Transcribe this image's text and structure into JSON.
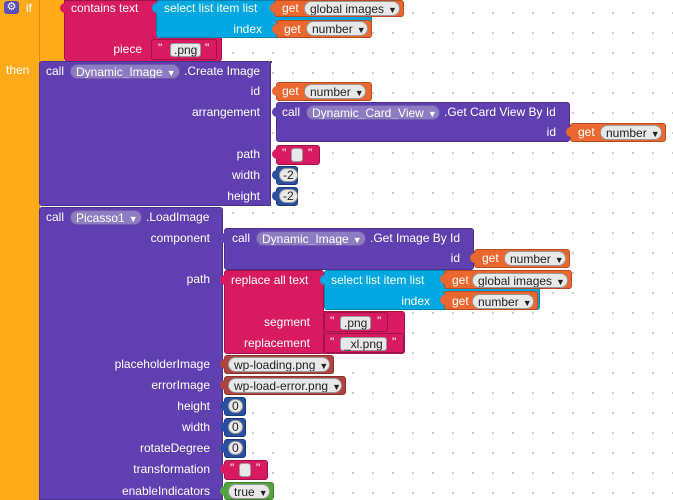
{
  "if_block": {
    "if_label": "if",
    "then_label": "then"
  },
  "condition": {
    "contains_label": "contains text",
    "piece_label": "piece",
    "piece_value": ".png",
    "select": {
      "label": "select list item list",
      "index_label": "index",
      "list_get": "get",
      "list_var": "global images",
      "index_get": "get",
      "index_var": "number"
    }
  },
  "create_image": {
    "call_label": "call",
    "component": "Dynamic_Image",
    "method": ".Create Image",
    "id_label": "id",
    "id_get": "get",
    "id_var": "number",
    "arrangement_label": "arrangement",
    "arrangement_call": "call",
    "arrangement_component": "Dynamic_Card_View",
    "arrangement_method": ".Get Card View By Id",
    "arrangement_id_label": "id",
    "arrangement_id_get": "get",
    "arrangement_id_var": "number",
    "path_label": "path",
    "path_value": "",
    "width_label": "width",
    "width_value": "-2",
    "height_label": "height",
    "height_value": "-2"
  },
  "load_image": {
    "call_label": "call",
    "component": "Picasso1",
    "method": ".LoadImage",
    "component_label": "component",
    "component_call": "call",
    "component_name": "Dynamic_Image",
    "component_method": ".Get Image By Id",
    "component_id_label": "id",
    "component_id_get": "get",
    "component_id_var": "number",
    "path_label": "path",
    "replace_label": "replace all text",
    "replace_select_label": "select list item list",
    "replace_list_get": "get",
    "replace_list_var": "global images",
    "replace_index_label": "index",
    "replace_index_get": "get",
    "replace_index_var": "number",
    "segment_label": "segment",
    "segment_value": ".png",
    "replacement_label": "replacement",
    "replacement_value": "_xl.png",
    "placeholder_label": "placeholderImage",
    "placeholder_value": "wp-loading.png",
    "error_label": "errorImage",
    "error_value": "wp-load-error.png",
    "height_label": "height",
    "height_value": "0",
    "width_label": "width",
    "width_value": "0",
    "rotate_label": "rotateDegree",
    "rotate_value": "0",
    "transformation_label": "transformation",
    "transformation_value": "",
    "indicators_label": "enableIndicators",
    "indicators_value": "true"
  },
  "icons": {
    "gear": "gear-icon",
    "caret": "dropdown-caret-icon",
    "quote": "quote-mark"
  },
  "colors": {
    "control": "#ffab19",
    "text": "#d81b60",
    "list": "#00a7e1",
    "variable": "#ea6730",
    "component": "#6040b0",
    "math": "#2a4fa0",
    "logic": "#53a43b"
  }
}
